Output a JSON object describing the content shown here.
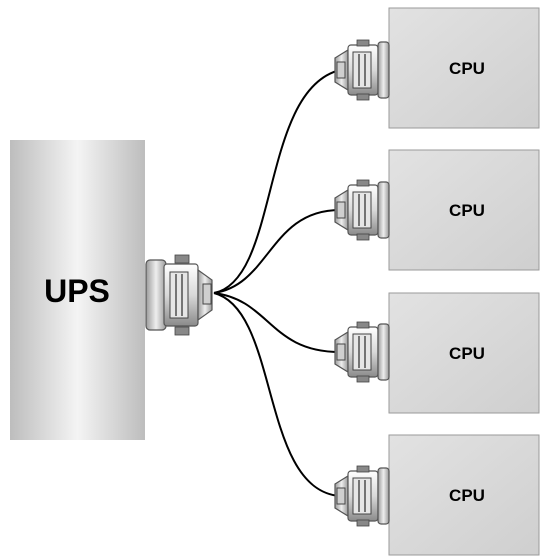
{
  "ups": {
    "label": "UPS"
  },
  "cpus": [
    {
      "label": "CPU"
    },
    {
      "label": "CPU"
    },
    {
      "label": "CPU"
    },
    {
      "label": "CPU"
    }
  ],
  "colors": {
    "ups_light": "#f4f4f4",
    "ups_shade": "#bdbdbd",
    "cpu_fill": "#d6d6d6",
    "cpu_fill_light": "#e2e2e2",
    "cpu_border": "#9a9a9a",
    "cable": "#000000",
    "connector_light": "#e8e8e8",
    "connector_dark": "#6f6f6f"
  }
}
